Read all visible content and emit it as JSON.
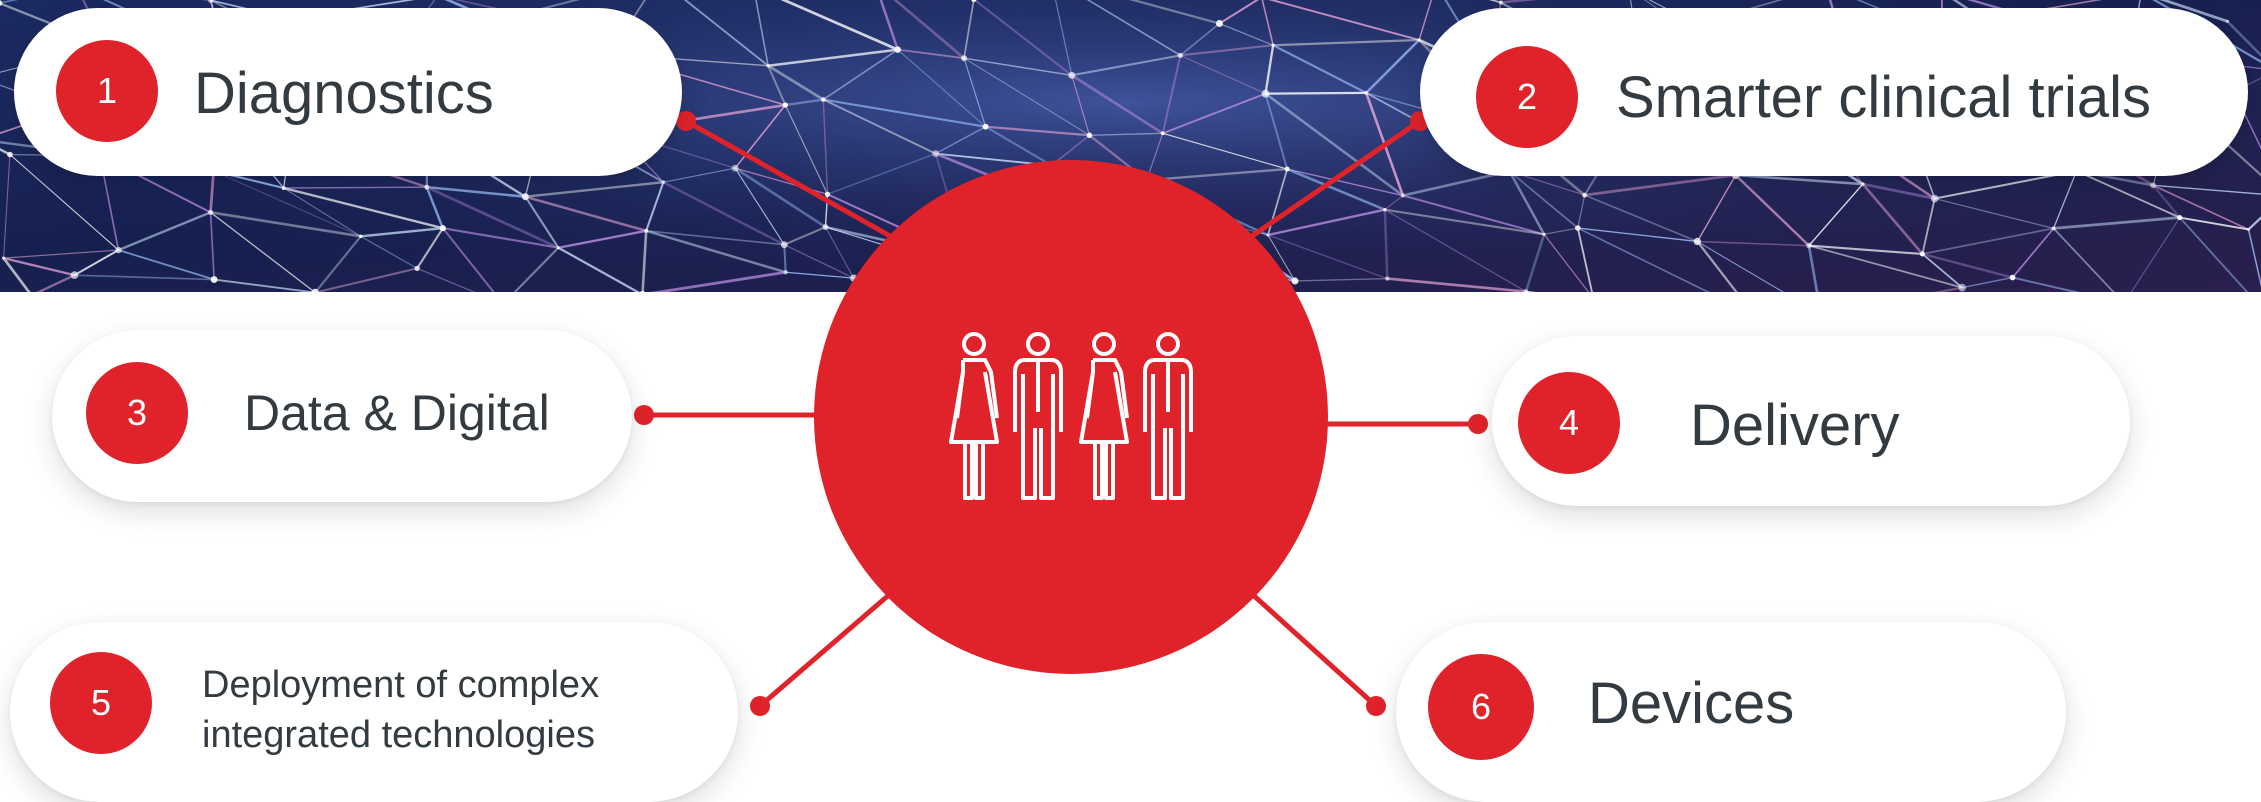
{
  "hub": {
    "icon": "people-group-icon",
    "color": "#e0232a"
  },
  "banner": {
    "description_icon": "network-mesh-background"
  },
  "items": [
    {
      "number": "1",
      "label": "Diagnostics"
    },
    {
      "number": "2",
      "label": "Smarter clinical trials"
    },
    {
      "number": "3",
      "label": "Data & Digital"
    },
    {
      "number": "4",
      "label": "Delivery"
    },
    {
      "number": "5",
      "label_line1": "Deployment of complex",
      "label_line2": "integrated technologies"
    },
    {
      "number": "6",
      "label": "Devices"
    }
  ],
  "colors": {
    "accent": "#e0232a",
    "text": "#333a40",
    "pill": "#ffffff"
  }
}
